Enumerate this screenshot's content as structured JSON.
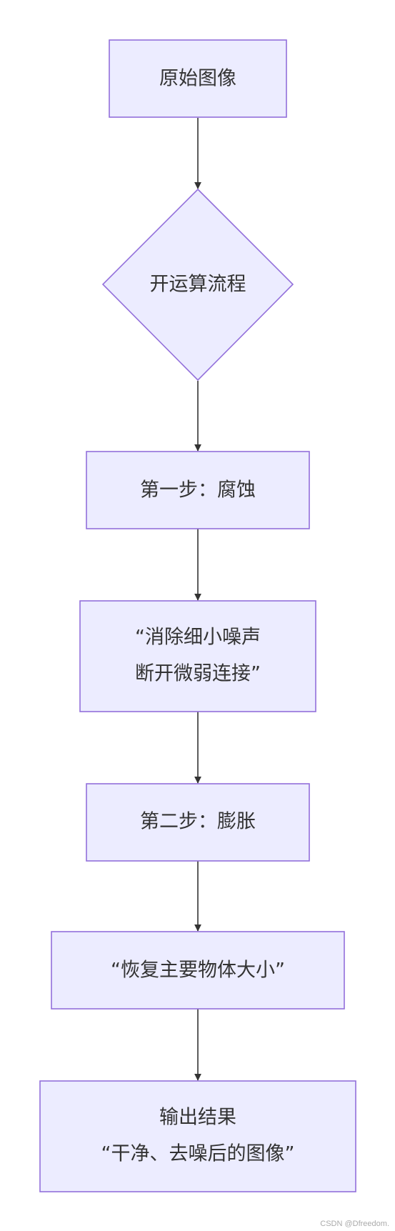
{
  "diagram": {
    "type": "flowchart",
    "direction": "top-to-bottom",
    "colors": {
      "node_fill": "#ececff",
      "node_border": "#9370db",
      "edge": "#333333",
      "text": "#333333"
    },
    "nodes": {
      "original_image": {
        "shape": "rectangle",
        "lines": [
          "原始图像"
        ]
      },
      "opening_process": {
        "shape": "diamond",
        "lines": [
          "开运算流程"
        ]
      },
      "step_erosion": {
        "shape": "rectangle",
        "lines": [
          "第一步：腐蚀"
        ]
      },
      "erosion_note": {
        "shape": "rectangle",
        "lines": [
          "“消除细小噪声",
          "断开微弱连接”"
        ]
      },
      "step_dilation": {
        "shape": "rectangle",
        "lines": [
          "第二步：膨胀"
        ]
      },
      "dilation_note": {
        "shape": "rectangle",
        "lines": [
          "“恢复主要物体大小”"
        ]
      },
      "output_result": {
        "shape": "rectangle",
        "lines": [
          "输出结果",
          "“干净、去噪后的图像”"
        ]
      }
    },
    "edges": [
      {
        "from": "original_image",
        "to": "opening_process"
      },
      {
        "from": "opening_process",
        "to": "step_erosion"
      },
      {
        "from": "step_erosion",
        "to": "erosion_note"
      },
      {
        "from": "erosion_note",
        "to": "step_dilation"
      },
      {
        "from": "step_dilation",
        "to": "dilation_note"
      },
      {
        "from": "dilation_note",
        "to": "output_result"
      }
    ]
  },
  "watermark": "CSDN @Dfreedom."
}
